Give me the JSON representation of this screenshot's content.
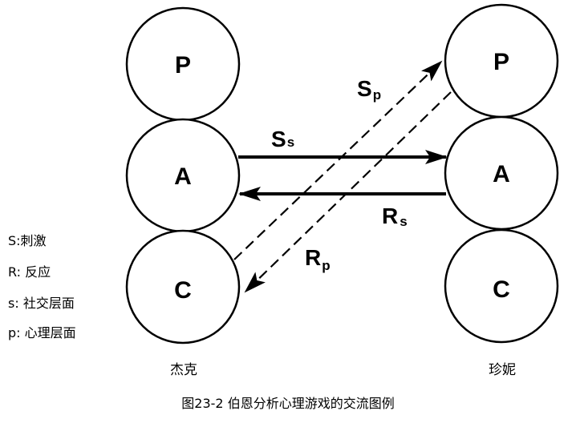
{
  "people": {
    "left": {
      "name": "杰克",
      "states": [
        {
          "letter": "P"
        },
        {
          "letter": "A"
        },
        {
          "letter": "C"
        }
      ]
    },
    "right": {
      "name": "珍妮",
      "states": [
        {
          "letter": "P"
        },
        {
          "letter": "A"
        },
        {
          "letter": "C"
        }
      ]
    }
  },
  "arrows": {
    "ss": {
      "main": "S",
      "sub": "s"
    },
    "rs": {
      "main": "R",
      "sub": "s"
    },
    "sp": {
      "main": "S",
      "sub": "p"
    },
    "rp": {
      "main": "R",
      "sub": "p"
    }
  },
  "legend": [
    {
      "text": "S:刺激"
    },
    {
      "text": "R: 反应"
    },
    {
      "text": "s: 社交层面"
    },
    {
      "text": "p: 心理层面"
    }
  ],
  "caption": "图23-2 伯恩分析心理游戏的交流图例"
}
